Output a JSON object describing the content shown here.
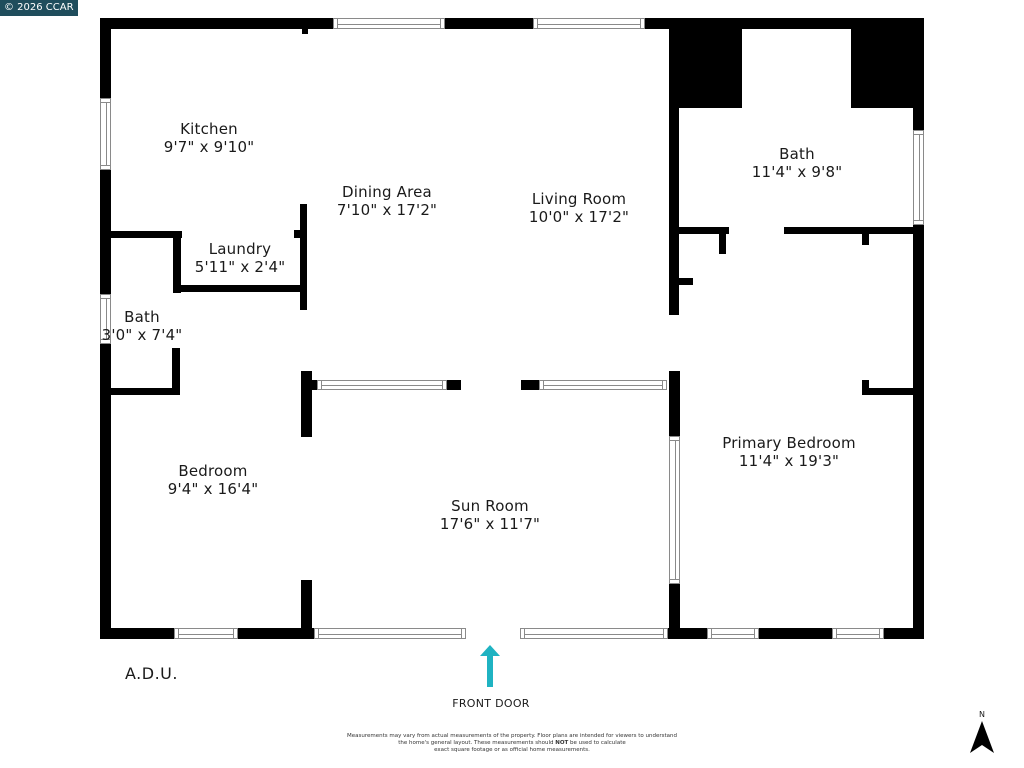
{
  "copyright": "© 2026 CCAR",
  "plan_label": "A.D.U.",
  "rooms": [
    {
      "name": "Kitchen",
      "dims": "9'7\" x 9'10\""
    },
    {
      "name": "Laundry",
      "dims": "5'11\" x 2'4\""
    },
    {
      "name": "Bath",
      "dims": "3'0\" x 7'4\""
    },
    {
      "name": "Dining Area",
      "dims": "7'10\" x 17'2\""
    },
    {
      "name": "Living Room",
      "dims": "10'0\" x 17'2\""
    },
    {
      "name": "Bath",
      "dims": "11'4\" x 9'8\""
    },
    {
      "name": "Bedroom",
      "dims": "9'4\" x 16'4\""
    },
    {
      "name": "Sun Room",
      "dims": "17'6\" x 11'7\""
    },
    {
      "name": "Primary Bedroom",
      "dims": "11'4\" x 19'3\""
    }
  ],
  "front_door": {
    "label": "FRONT DOOR",
    "arrow_color": "#1fb3c2",
    "icon": "arrow-up-icon"
  },
  "compass": {
    "label": "N",
    "icon": "north-arrow-icon"
  },
  "disclaimer": {
    "line1": "Measurements may vary from actual measurements of the property. Floor plans are intended for viewers to understand",
    "line2_pre": "the home's general layout.  These measurements should ",
    "line2_bold": "NOT",
    "line2_post": " be used to calculate",
    "line3": "exact square footage or as official home measurements."
  },
  "colors": {
    "wall": "#000000",
    "window_stroke": "#8a8a8a",
    "badge_bg": "#1f4d5c"
  }
}
